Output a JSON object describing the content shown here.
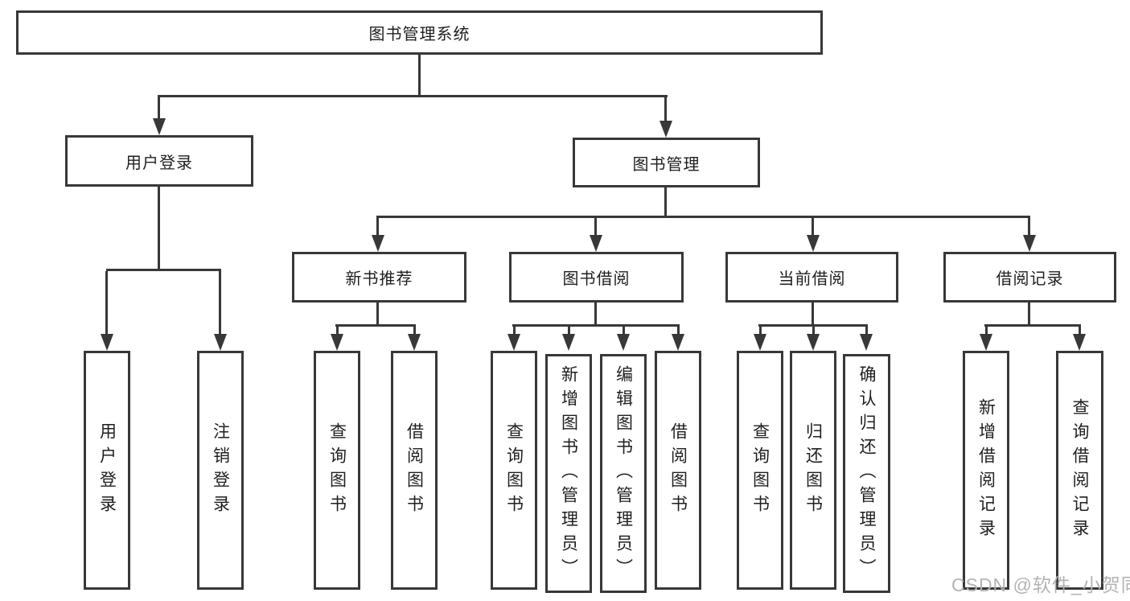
{
  "tree": {
    "root": "图书管理系统",
    "user": {
      "label": "用户登录",
      "children": [
        "用户登录",
        "注销登录"
      ]
    },
    "book": {
      "label": "图书管理",
      "sections": [
        {
          "label": "新书推荐",
          "children": [
            "查询图书",
            "借阅图书"
          ]
        },
        {
          "label": "图书借阅",
          "children": [
            "查询图书",
            "新增图书（管理员）",
            "编辑图书（管理员）",
            "借阅图书"
          ]
        },
        {
          "label": "当前借阅",
          "children": [
            "查询图书",
            "归还图书",
            "确认归还（管理员）"
          ]
        },
        {
          "label": "借阅记录",
          "children": [
            "新增借阅记录",
            "查询借阅记录"
          ]
        }
      ]
    }
  },
  "watermark": {
    "text": "CSDN @软件_小贺同学"
  },
  "colors": {
    "line": "#383838",
    "text": "#1f1f1f",
    "watermark": "#b3b3b3",
    "background": "#ffffff"
  }
}
